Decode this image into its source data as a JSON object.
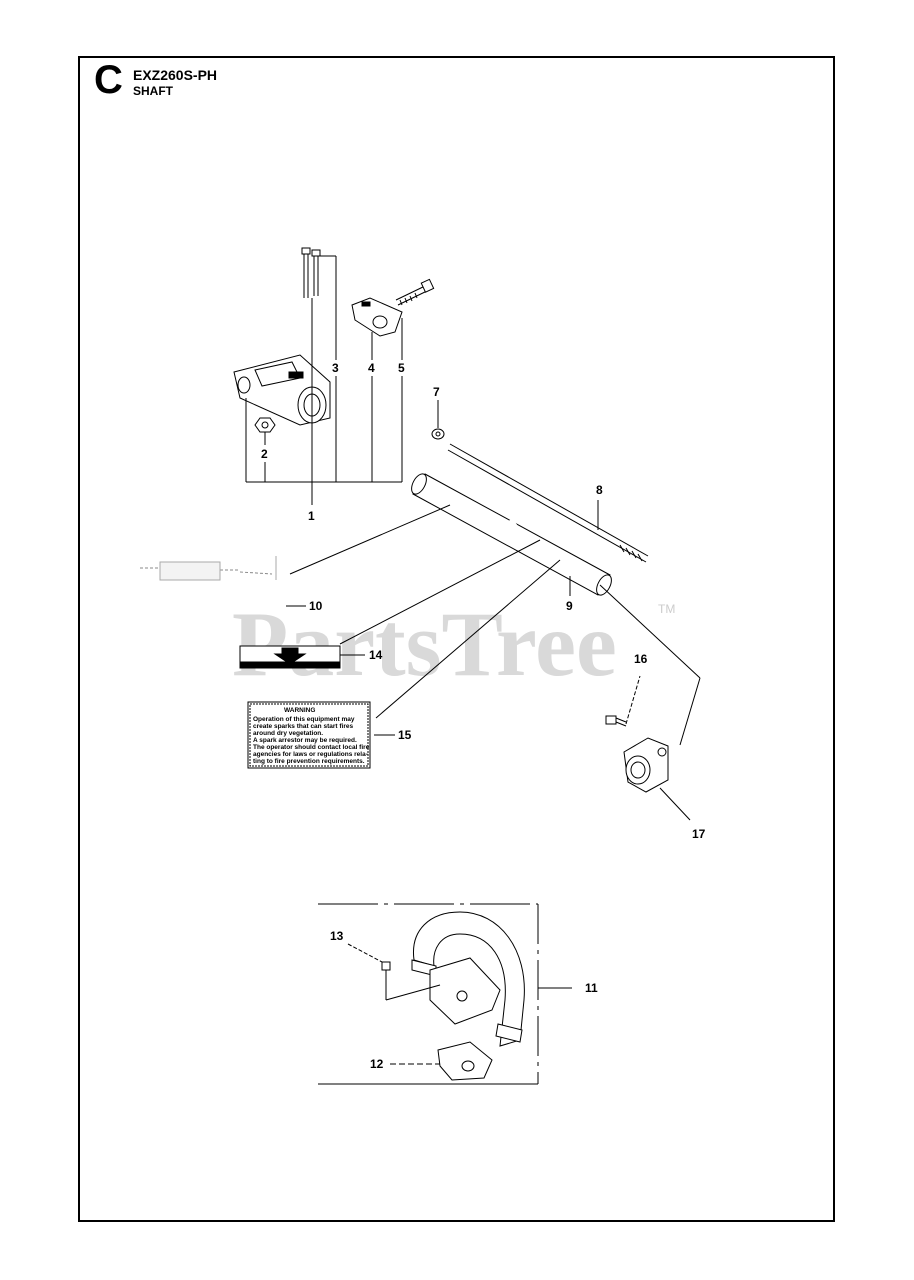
{
  "header": {
    "section_letter": "C",
    "model": "EXZ260S-PH",
    "title": "SHAFT"
  },
  "watermark": {
    "text": "PartsTree",
    "trademark": "TM"
  },
  "callouts": {
    "p1": "1",
    "p2": "2",
    "p3": "3",
    "p4": "4",
    "p5": "5",
    "p7": "7",
    "p8": "8",
    "p9": "9",
    "p10": "10",
    "p11": "11",
    "p12": "12",
    "p13": "13",
    "p14": "14",
    "p15": "15",
    "p16": "16",
    "p17": "17"
  },
  "warning_decal": {
    "heading": "WARNING",
    "lines": [
      "Operation of this equipment may",
      "create sparks that can start fires",
      "around dry vegetation.",
      "A spark arrestor may be required.",
      "The operator should contact local fire",
      "agencies for laws or regulations rela-",
      "ting to fire prevention requirements."
    ]
  },
  "colors": {
    "line": "#000000",
    "watermark": "#d9d9d9"
  }
}
